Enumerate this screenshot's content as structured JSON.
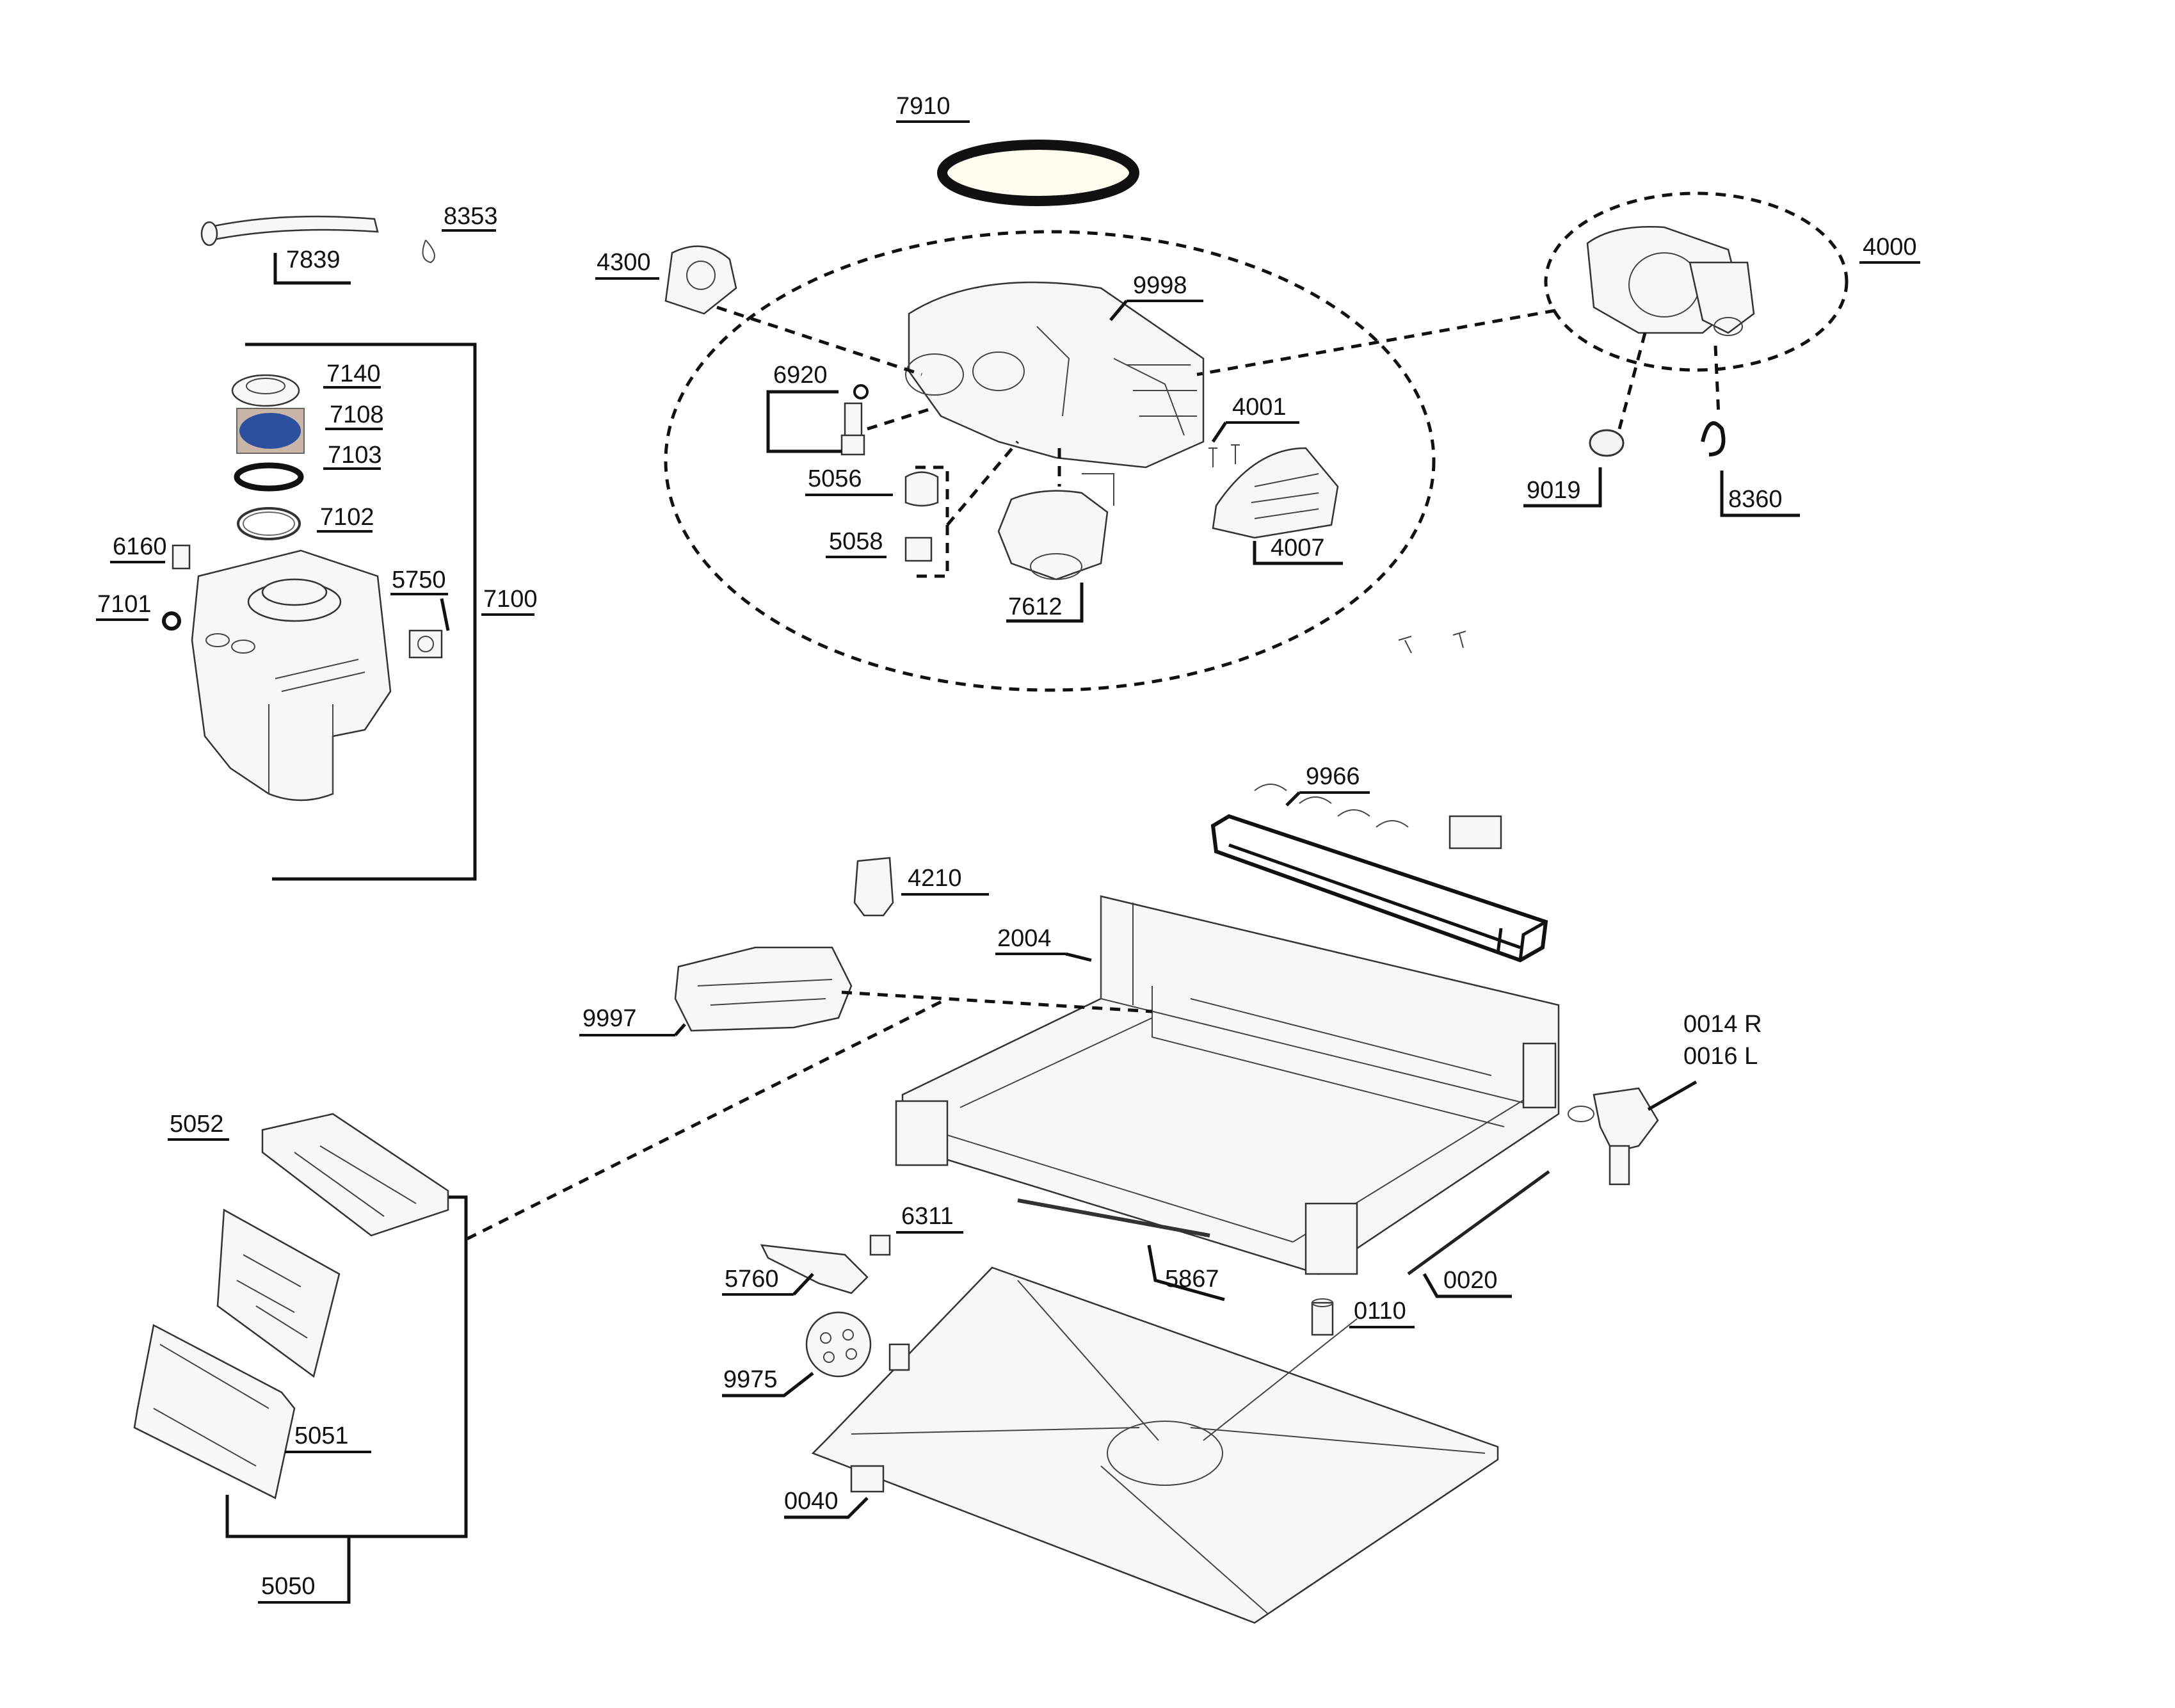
{
  "diagram": {
    "labels": {
      "p7910": "7910",
      "p8353": "8353",
      "p7839": "7839",
      "p4300": "4300",
      "p9998": "9998",
      "p4000": "4000",
      "p6920": "6920",
      "p7140": "7140",
      "p7108": "7108",
      "p7103": "7103",
      "p7102": "7102",
      "p6160": "6160",
      "p5750": "5750",
      "p7100": "7100",
      "p7101": "7101",
      "p4001": "4001",
      "p5056": "5056",
      "p5058": "5058",
      "p4007": "4007",
      "p7612": "7612",
      "p9019": "9019",
      "p8360": "8360",
      "p9966": "9966",
      "p4210": "4210",
      "p2004": "2004",
      "p9997": "9997",
      "p0014r": "0014 R",
      "p0016l": "0016 L",
      "p5052": "5052",
      "p6311": "6311",
      "p5760": "5760",
      "p5867": "5867",
      "p0020": "0020",
      "p0110": "0110",
      "p9975": "9975",
      "p5051": "5051",
      "p0040": "0040",
      "p5050": "5050"
    }
  }
}
